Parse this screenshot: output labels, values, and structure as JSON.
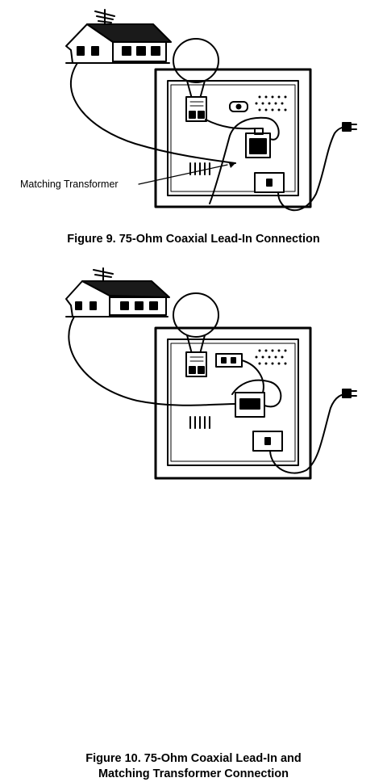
{
  "figure9": {
    "callout": "Matching Transformer",
    "caption": "Figure 9. 75-Ohm Coaxial Lead-In Connection"
  },
  "figure10": {
    "caption_line1": "Figure 10. 75-Ohm Coaxial Lead-In and",
    "caption_line2": "Matching Transformer Connection"
  },
  "icons": [
    "house-with-antenna",
    "loop-antenna",
    "tv-back-panel",
    "antenna-terminal-block",
    "matching-transformer",
    "coax-jack-block",
    "power-plug"
  ]
}
